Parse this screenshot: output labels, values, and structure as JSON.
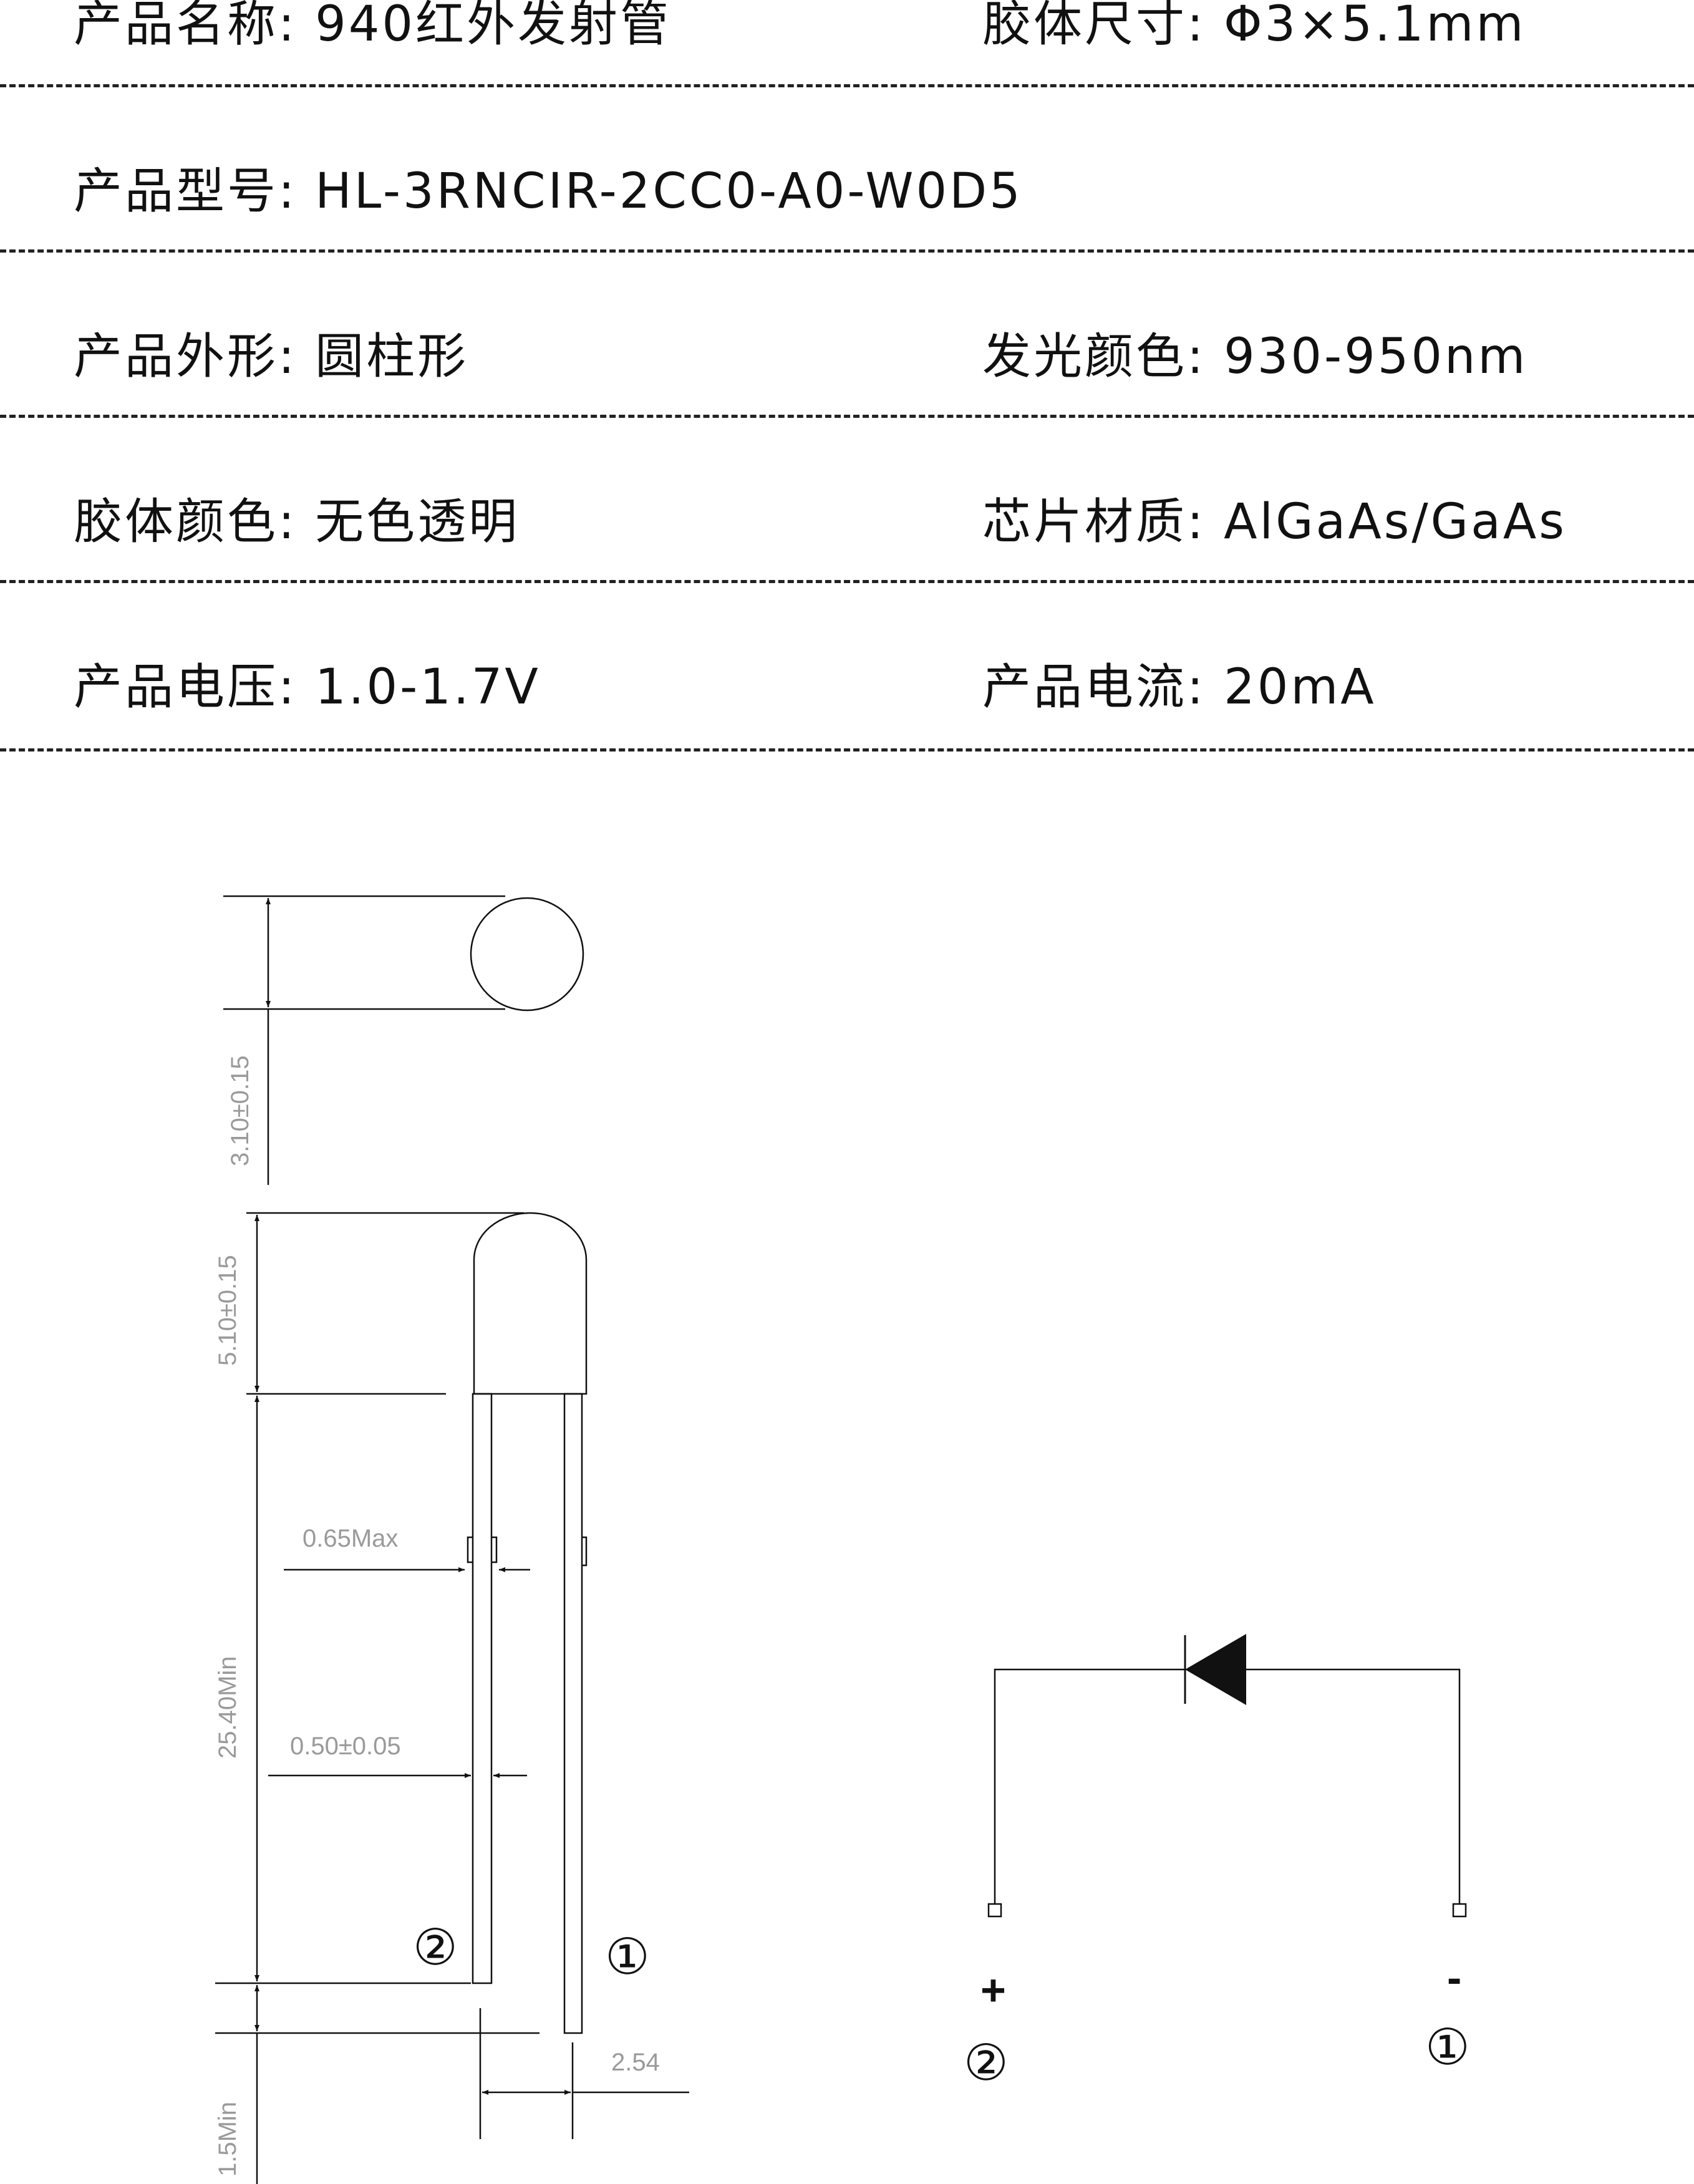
{
  "specs": {
    "row1": {
      "left_label": "产品名称:",
      "left_value": "940红外发射管",
      "right_label": "胶体尺寸:",
      "right_value": "Φ3×5.1mm"
    },
    "row2": {
      "left_label": "产品型号:",
      "left_value": "HL-3RNCIR-2CC0-A0-W0D5"
    },
    "row3": {
      "left_label": "产品外形:",
      "left_value": "圆柱形",
      "right_label": "发光颜色:",
      "right_value": "930-950nm"
    },
    "row4": {
      "left_label": "胶体颜色:",
      "left_value": "无色透明",
      "right_label": "芯片材质:",
      "right_value": "AlGaAs/GaAs"
    },
    "row5": {
      "left_label": "产品电压:",
      "left_value": "1.0-1.7V",
      "right_label": "产品电流:",
      "right_value": "20mA"
    }
  },
  "drawing": {
    "dim_diameter": "3.10±0.15",
    "dim_body_height": "5.10±0.15",
    "dim_lead_length": "25.40Min",
    "dim_flange": "0.65Max",
    "dim_lead_width": "0.50±0.05",
    "dim_pitch": "2.54",
    "dim_bottom": "1.5Min",
    "pin_label_2": "②",
    "pin_label_1": "①"
  },
  "schematic": {
    "plus_sign": "+",
    "minus_sign": "-",
    "pin_label_2": "②",
    "pin_label_1": "①"
  },
  "colors": {
    "line": "#111111",
    "dim_text": "#9a9a9a"
  }
}
